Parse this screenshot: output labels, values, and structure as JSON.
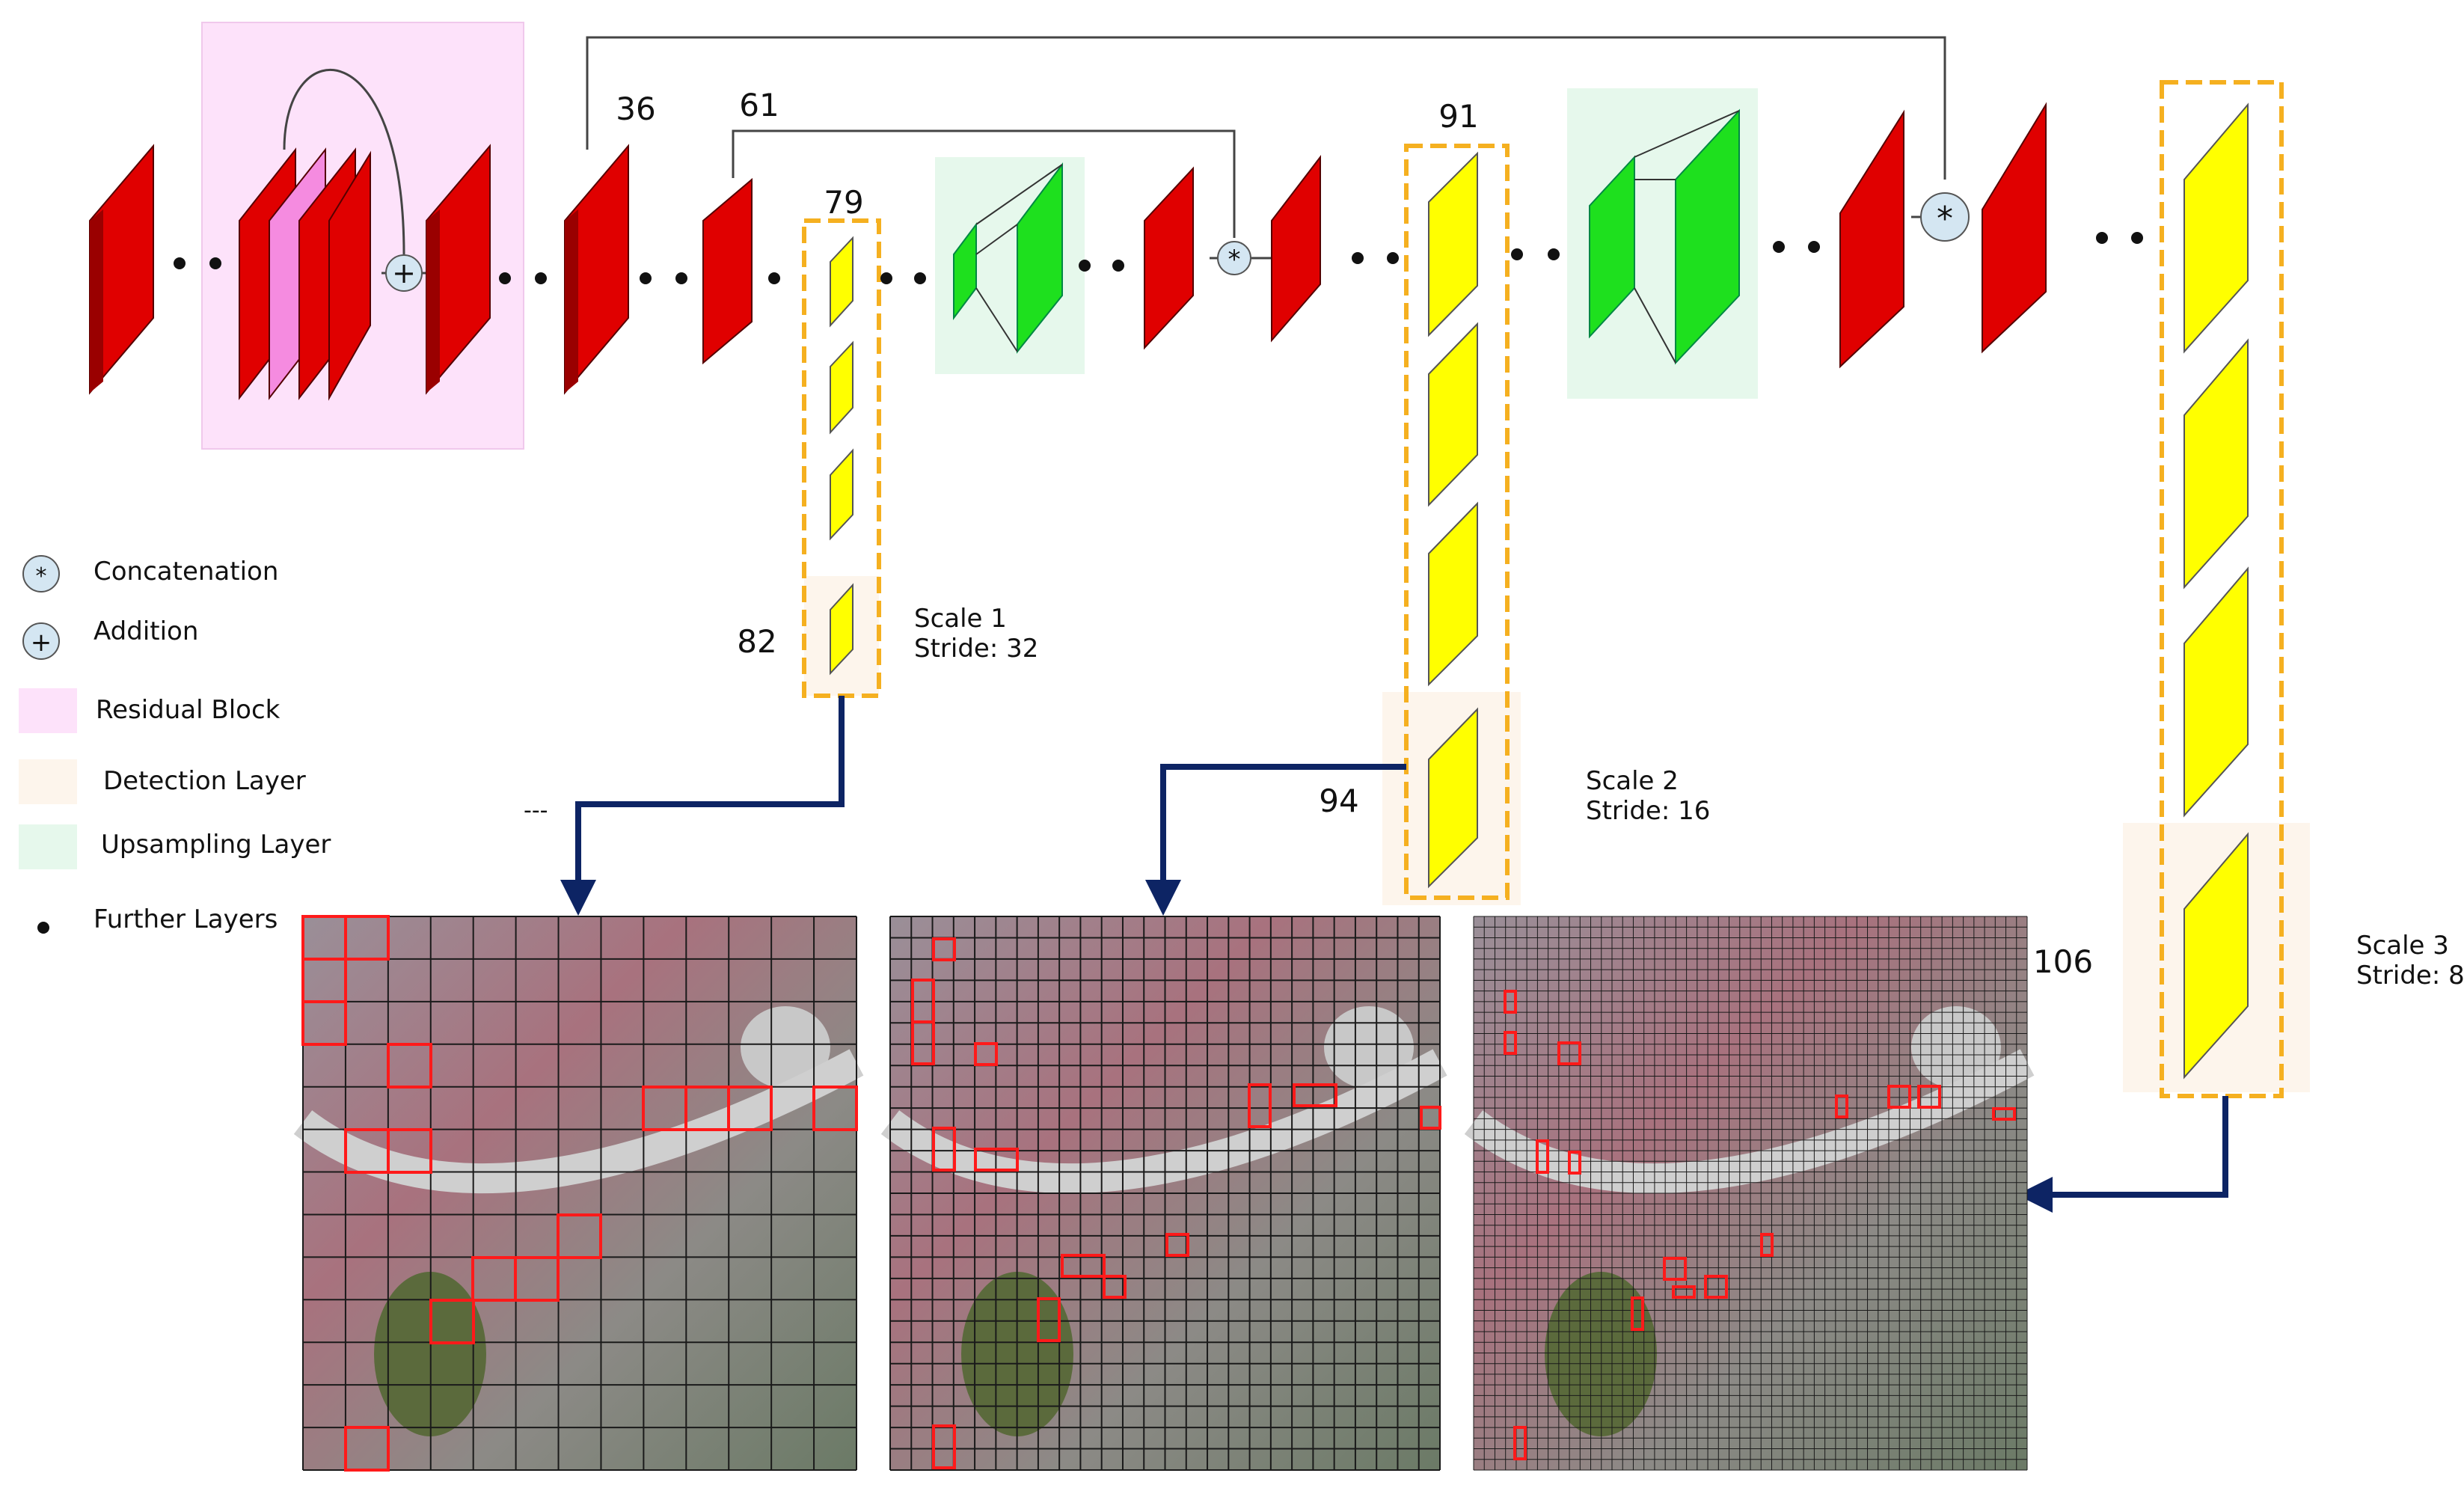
{
  "layer_numbers": {
    "n36": "36",
    "n61": "61",
    "n79": "79",
    "n82": "82",
    "n91": "91",
    "n94": "94",
    "n106": "106"
  },
  "scales": [
    {
      "scale": "Scale 1",
      "stride": "Stride: 32"
    },
    {
      "scale": "Scale 2",
      "stride": "Stride: 16"
    },
    {
      "scale": "Scale 3",
      "stride": "Stride: 8"
    }
  ],
  "legend": [
    {
      "label": "Concatenation",
      "icon": "concatenation-icon"
    },
    {
      "label": "Addition",
      "icon": "addition-icon"
    },
    {
      "label": "Residual Block",
      "icon": "residual-block-swatch"
    },
    {
      "label": "Detection Layer",
      "icon": "detection-layer-swatch"
    },
    {
      "label": "Upsampling Layer",
      "icon": "upsampling-layer-swatch"
    },
    {
      "label": "Further Layers",
      "icon": "further-layers-dot"
    }
  ],
  "symbols": {
    "concat": "*",
    "add": "+",
    "dashes": "---"
  },
  "colors": {
    "conv_layer": "#e00000",
    "residual_layer": "#f58be0",
    "yolo_layer": "#ffff00",
    "upsample_layer": "#1ee01e",
    "residual_block_bg": "#fde2fa",
    "upsample_bg": "#e6f8ec",
    "detection_bg": "#fdf5ec",
    "detection_outline": "#f5b020",
    "arrow": "#0d2464",
    "box": "#ff1a1a"
  },
  "grids": [
    {
      "name": "grid-scale-1",
      "cells": 13
    },
    {
      "name": "grid-scale-2",
      "cells": 26
    },
    {
      "name": "grid-scale-3",
      "cells": 52
    }
  ]
}
